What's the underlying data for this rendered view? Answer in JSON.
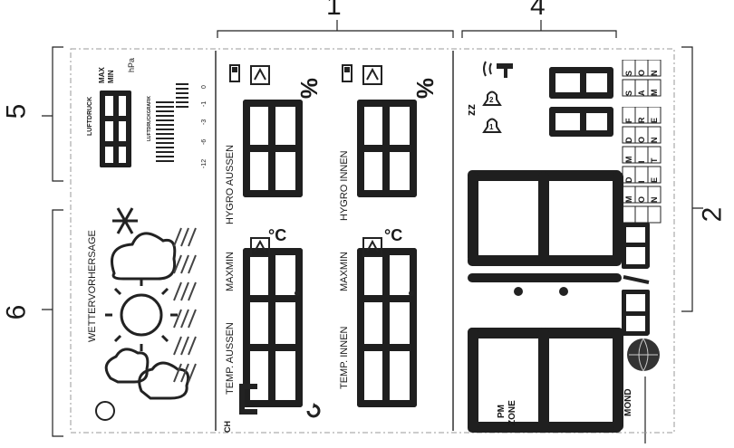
{
  "callouts": [
    "1",
    "2",
    "4",
    "5",
    "6"
  ],
  "forecast": {
    "title": "WETTERVORHERSAGE"
  },
  "pressure": {
    "luftdruck": "LUFTDRUCK",
    "digits": "888",
    "unit": "hPa",
    "max": "MAX",
    "min": "MIN",
    "graph_label": "LUFTDRUCKGRAFIK",
    "scale": [
      "-12",
      "-6",
      "-3",
      "-1",
      "0"
    ]
  },
  "outdoor": {
    "hygro_label": "HYGRO AUSSEN",
    "temp_label": "TEMP. AUSSEN",
    "maxmin": "MAXMIN",
    "humidity_digits": "88",
    "percent": "%",
    "temp_digits": "188.8",
    "unit": "°C",
    "channel": "CH"
  },
  "indoor": {
    "hygro_label": "HYGRO INNEN",
    "temp_label": "TEMP. INNEN",
    "maxmin": "MAXMIN",
    "humidity_digits": "88",
    "percent": "%",
    "temp_digits": "188.8",
    "unit": "°C"
  },
  "clock": {
    "time_digits": "18:88",
    "pm": "PM",
    "zone": "ZONE",
    "date_digits": "88/88",
    "seconds_digits": "88",
    "alarm": [
      "1",
      "2"
    ],
    "mond": "MOND",
    "weekday_cols": [
      [
        "M",
        "D",
        "M"
      ],
      [
        "O",
        "I",
        "I"
      ],
      [
        "N",
        "E",
        "T"
      ]
    ],
    "weekday_cols2": [
      [
        "D",
        "F",
        "S",
        "S"
      ],
      [
        "O",
        "R",
        "A",
        "O"
      ],
      [
        "N",
        "E",
        "M",
        "N"
      ]
    ],
    "zz": "zz"
  }
}
